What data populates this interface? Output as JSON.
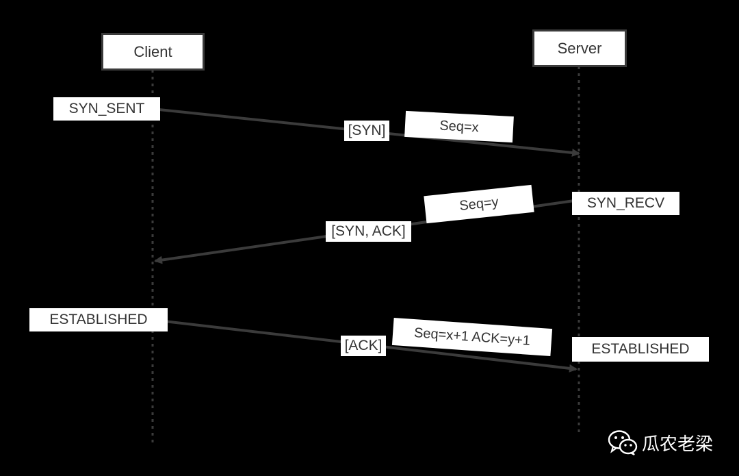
{
  "actors": {
    "client": "Client",
    "server": "Server"
  },
  "states": {
    "client_syn_sent": "SYN_SENT",
    "server_syn_recv": "SYN_RECV",
    "client_established": "ESTABLISHED",
    "server_established": "ESTABLISHED"
  },
  "messages": [
    {
      "flag": "[SYN]",
      "note": "Seq=x",
      "direction": "client-to-server"
    },
    {
      "flag": "[SYN, ACK]",
      "note": "Seq=y",
      "direction": "server-to-client"
    },
    {
      "flag": "[ACK]",
      "note": "Seq=x+1 ACK=y+1",
      "direction": "client-to-server"
    }
  ],
  "watermark": {
    "text": "瓜农老梁",
    "icon": "wechat-icon"
  },
  "colors": {
    "background": "#000000",
    "line": "#3b3b3b",
    "box": "#ffffff"
  }
}
